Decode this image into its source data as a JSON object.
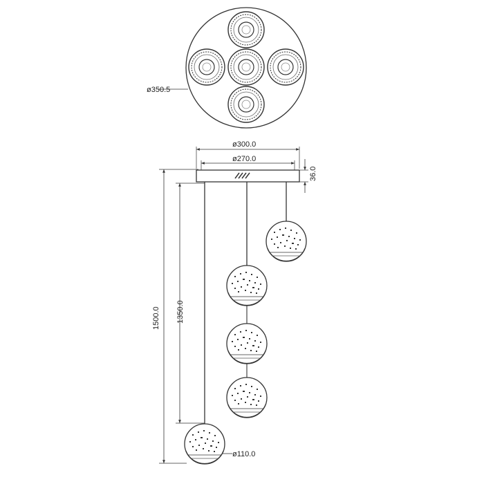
{
  "dimensions": {
    "plate_diameter": "ø350.5",
    "canopy_diameter": "ø300.0",
    "canopy_inner_diameter": "ø270.0",
    "canopy_height": "36.0",
    "drop_max": "1500.0",
    "drop_min": "1350.0",
    "globe_diameter": "ø110.0"
  },
  "colors": {
    "line": "#333333",
    "background": "#ffffff"
  }
}
